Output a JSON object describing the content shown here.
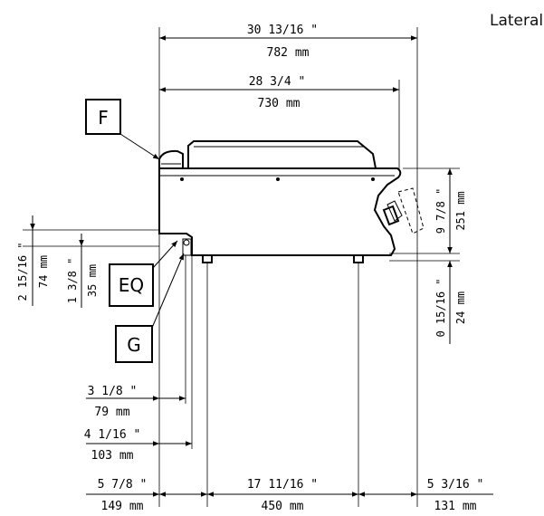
{
  "view_title": "Lateral",
  "callouts": {
    "f": "F",
    "eq": "EQ",
    "g": "G"
  },
  "dimensions": {
    "overall_width_in": "30 13/16 \"",
    "overall_width_mm": "782 mm",
    "body_width_in": "28 3/4 \"",
    "body_width_mm": "730 mm",
    "height_in": "9 7/8 \"",
    "height_mm": "251 mm",
    "foot_height_in": "0 15/16 \"",
    "foot_height_mm": "24 mm",
    "left_offset_big_in": "2 15/16 \"",
    "left_offset_big_mm": "74 mm",
    "left_offset_small_in": "1 3/8 \"",
    "left_offset_small_mm": "35 mm",
    "g_offset_in": "3 1/8 \"",
    "g_offset_mm": "79 mm",
    "eq_offset_in": "4 1/16 \"",
    "eq_offset_mm": "103 mm",
    "left_foot_in": "5 7/8 \"",
    "left_foot_mm": "149 mm",
    "foot_spacing_in": "17 11/16 \"",
    "foot_spacing_mm": "450 mm",
    "right_foot_in": "5 3/16 \"",
    "right_foot_mm": "131 mm"
  }
}
